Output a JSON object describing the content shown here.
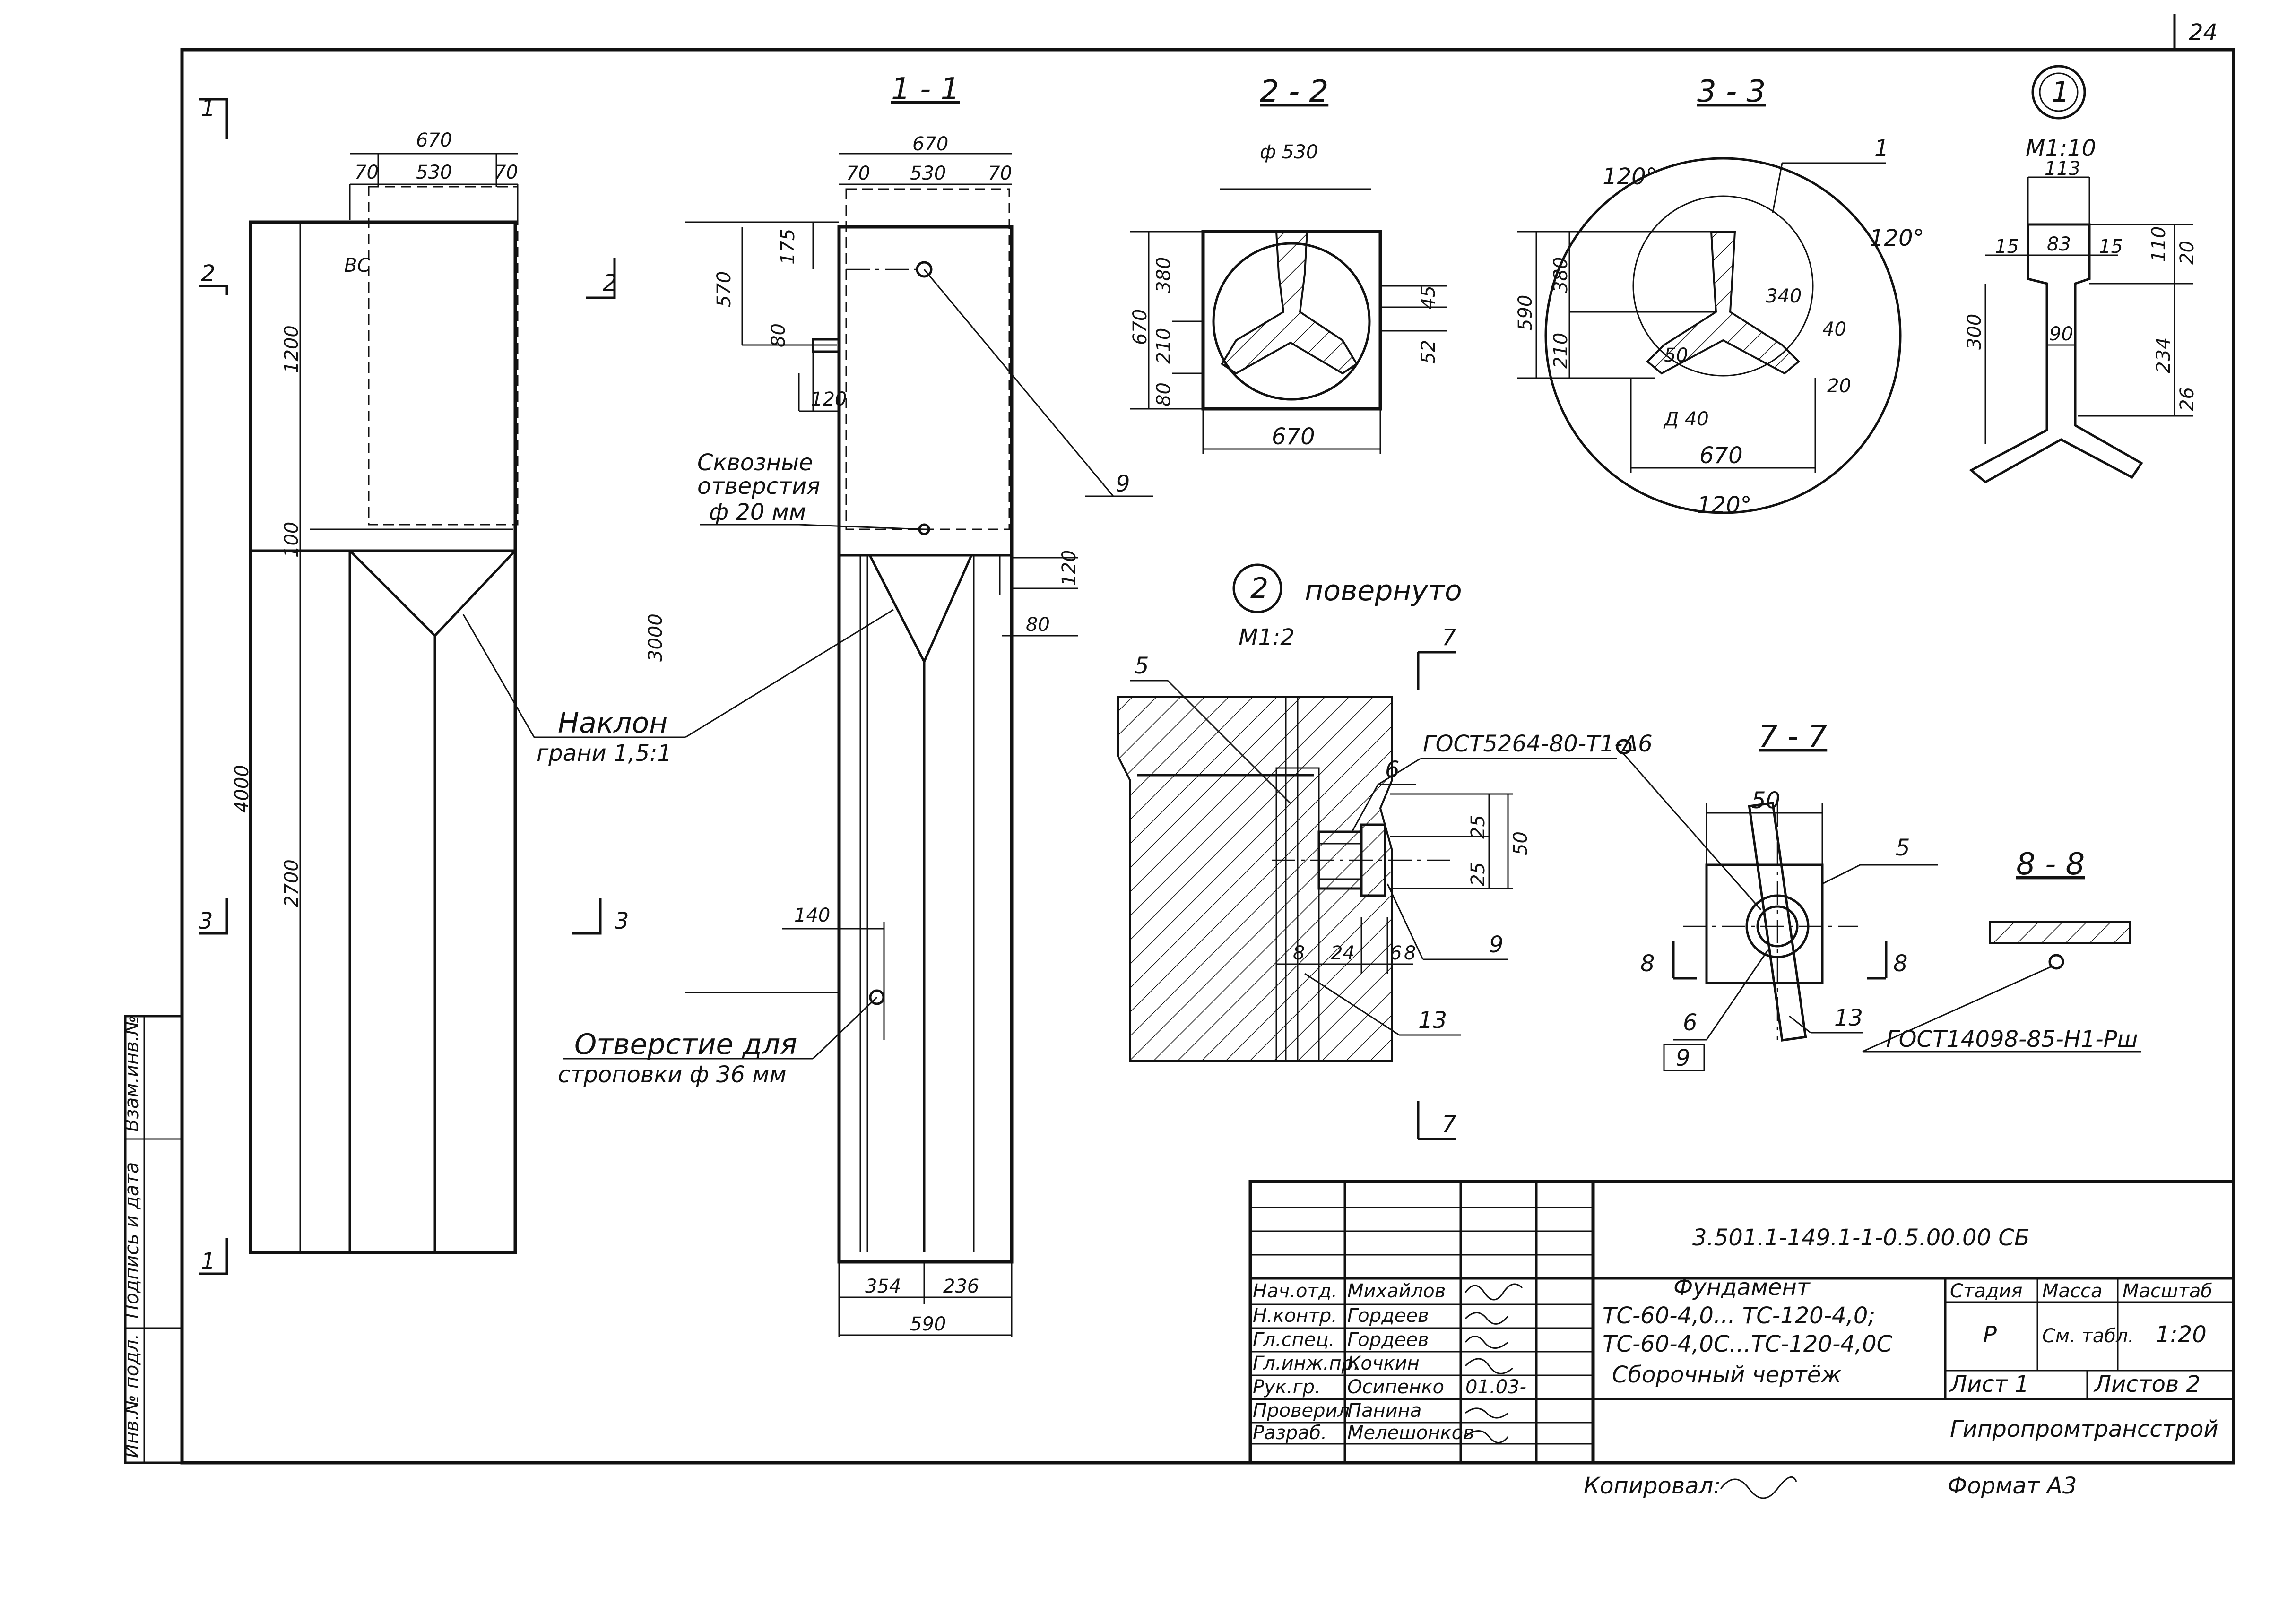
{
  "sheet_number": "24",
  "views": {
    "section_1_1": "1 - 1",
    "section_2_2": "2 - 2",
    "section_3_3": "3 - 3",
    "section_7_7": "7 - 7",
    "section_8_8": "8 - 8",
    "node_1": "1",
    "node_1_scale": "М1:10",
    "node_2": "2",
    "node_2_label": "повернуто",
    "node_2_scale": "М1:2"
  },
  "cut_marks": {
    "c1": "1",
    "c2": "2",
    "c3": "3",
    "c7": "7",
    "c8": "8"
  },
  "dims": {
    "front_670": "670",
    "front_70a": "70",
    "front_530": "530",
    "front_70b": "70",
    "front_1200": "1200",
    "front_100": "100",
    "front_4000": "4000",
    "front_2700": "2700",
    "s11_670": "670",
    "s11_70a": "70",
    "s11_530": "530",
    "s11_70b": "70",
    "s11_175": "175",
    "s11_570": "570",
    "s11_80": "80",
    "s11_120": "120",
    "s11_3000": "3000",
    "s11_120r": "120",
    "s11_80r": "80",
    "s11_140": "140",
    "s11_354": "354",
    "s11_236": "236",
    "s11_590": "590",
    "s22_d530": "ф 530",
    "s22_670h": "670",
    "s22_380": "380",
    "s22_210": "210",
    "s22_80": "80",
    "s22_45": "45",
    "s22_52": "52",
    "s22_670w": "670",
    "s33_590": "590",
    "s33_380": "380",
    "s33_210": "210",
    "s33_340": "340",
    "s33_40a": "40",
    "s33_50": "50",
    "s33_40b": "Д 40",
    "s33_20": "20",
    "s33_670": "670",
    "s33_120a": "120°",
    "s33_120b": "120°",
    "s33_120c": "120°",
    "n1_113": "113",
    "n1_15a": "15",
    "n1_83": "83",
    "n1_15b": "15",
    "n1_90": "90",
    "n1_300": "300",
    "n1_20": "20",
    "n1_110": "110",
    "n1_234": "234",
    "n1_26": "26",
    "n2_25a": "25",
    "n2_50": "50",
    "n2_25b": "25",
    "n2_8": "8",
    "n2_24": "24",
    "n2_6": "6",
    "n2_8b": "8",
    "s77_50": "50"
  },
  "callouts": {
    "through_holes": [
      "Сквозные",
      "отверстия",
      "ф 20 мм"
    ],
    "slope": [
      "Наклон",
      "грани 1,5:1"
    ],
    "sling_hole": [
      "Отверстие для",
      "строповки ф 36 мм"
    ],
    "pos_1": "1",
    "pos_5a": "5",
    "pos_5b": "5",
    "pos_6a": "6",
    "pos_6b": "6",
    "pos_9a": "9",
    "pos_9b": "9",
    "pos_9c": "9",
    "pos_13a": "13",
    "pos_13b": "13",
    "gost_weld": "ГОСТ5264-80-Т1-Δ6",
    "gost_pipe": "ГОСТ14098-85-Н1-Рш",
    "small_mark": "ВС"
  },
  "title_block": {
    "doc_code": "3.501.1-149.1-1-0.5.00.00 СБ",
    "title_lines": [
      "Фундамент",
      "ТС-60-4,0... ТС-120-4,0;",
      "ТС-60-4,0С...ТС-120-4,0С",
      "Сборочный чертёж"
    ],
    "stage_h": "Стадия",
    "mass_h": "Масса",
    "scale_h": "Масштаб",
    "stage": "Р",
    "mass": "См. табл.",
    "scale": "1:20",
    "sheet": "Лист 1",
    "sheets": "Листов 2",
    "org": "Гипропромтрансстрой",
    "roles": [
      {
        "role": "Нач.отд.",
        "name": "Михайлов"
      },
      {
        "role": "Н.контр.",
        "name": "Гордеев"
      },
      {
        "role": "Гл.спец.",
        "name": "Гордеев"
      },
      {
        "role": "Гл.инж.пр.",
        "name": "Кочкин"
      },
      {
        "role": "Рук.гр.",
        "name": "Осипенко"
      },
      {
        "role": "Проверил",
        "name": "Панина"
      },
      {
        "role": "Разраб.",
        "name": "Мелешонков"
      }
    ],
    "date_mark": "01.03-"
  },
  "side_stamp": [
    "Инв.№ подл.",
    "Подпись и дата",
    "Взам.инв.№"
  ],
  "footer": {
    "copied": "Копировал:",
    "format": "Формат А3"
  }
}
